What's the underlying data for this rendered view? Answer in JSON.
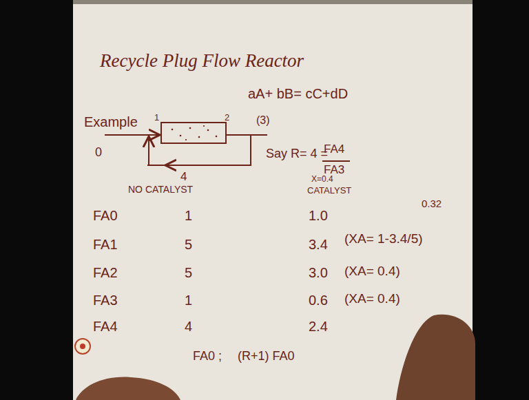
{
  "diagram": {
    "title": "Recycle Plug Flow Reactor",
    "labels": [
      "aA+ bB= cC+dD",
      "Example",
      "0",
      "1",
      "2",
      "(3)",
      "4",
      "Say R= 4 =",
      "FA4",
      "FA3",
      "NO CATALYST",
      "X=0.4",
      "CATALYST",
      "FA0",
      "1",
      "1.0",
      "0.32",
      "FA1",
      "5",
      "3.4",
      "(XA= 1-3.4/5)",
      "FA2",
      "5",
      "3.0",
      "(XA= 0.4)",
      "FA3",
      "1",
      "0.6",
      "(XA= 0.4)",
      "FA4",
      "4",
      "2.4",
      "FA0 ;",
      "(R+1) FA0"
    ]
  }
}
